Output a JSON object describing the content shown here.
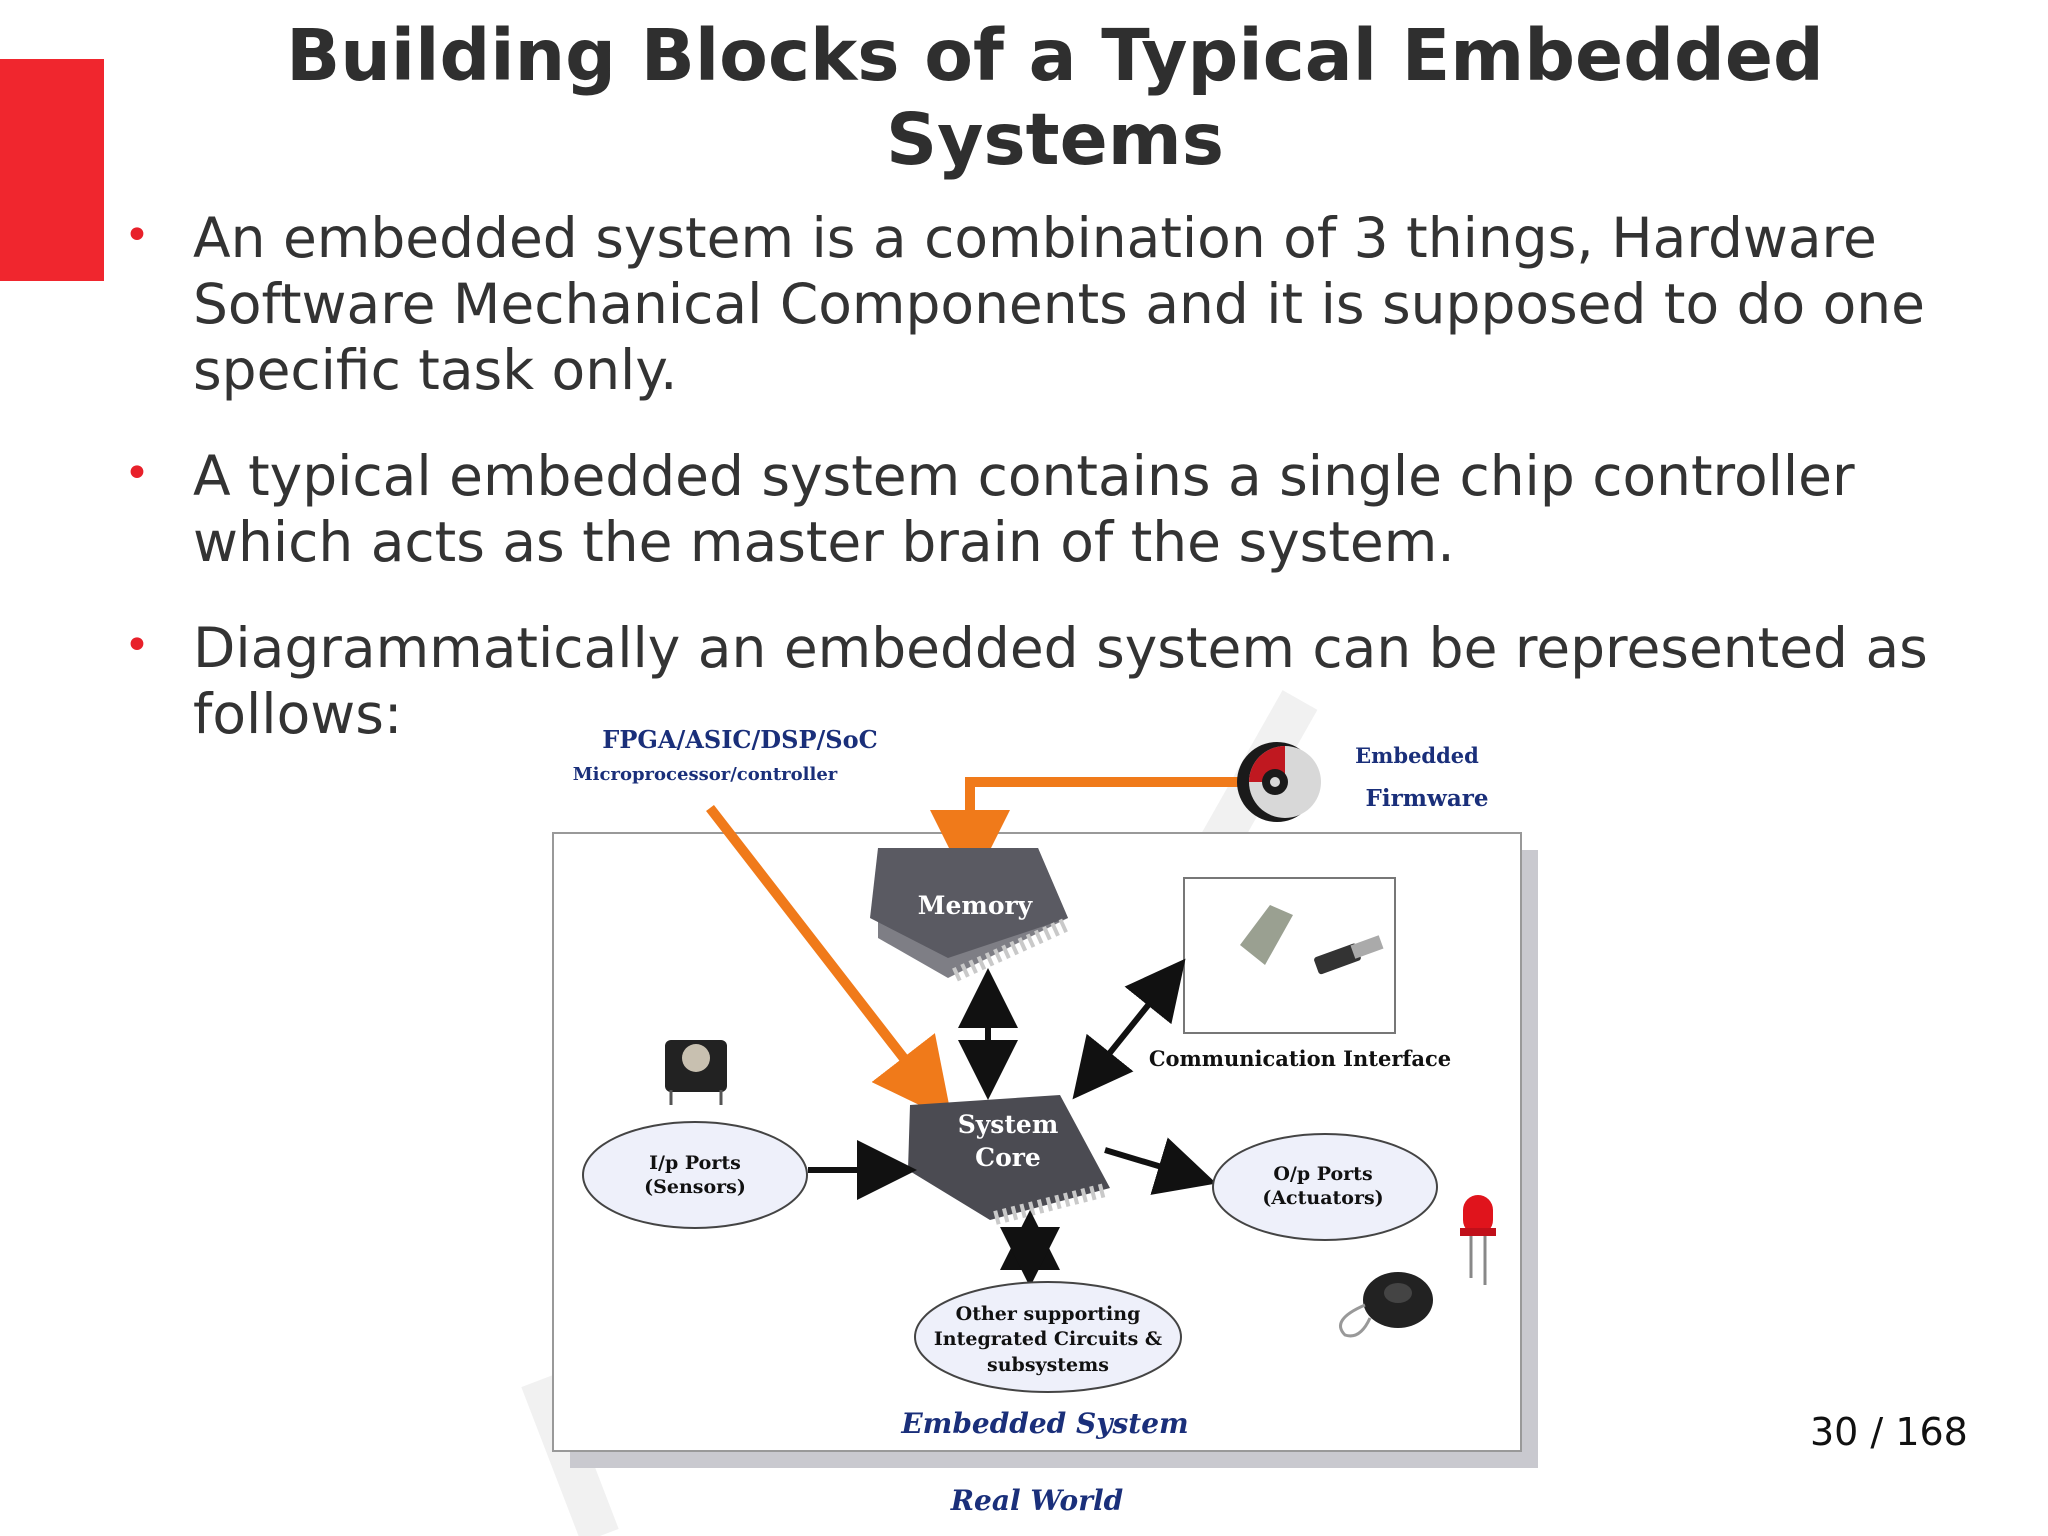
{
  "slide": {
    "title": "Building Blocks of a Typical Embedded Systems",
    "bullets": [
      "An embedded system is a combination of 3 things, Hardware Software Mechanical Components and it is supposed to do one specific task only.",
      "A typical embedded system contains a single chip controller which acts as the master brain of the system.",
      "Diagrammatically an embedded system can be represented as follows:"
    ],
    "page_number": "30 / 168",
    "accent_color": "#f0262e"
  },
  "diagram": {
    "top_label_1": "FPGA/ASIC/DSP/SoC",
    "top_label_2": "Microprocessor/controller",
    "firmware_label_1": "Embedded",
    "firmware_label_2": "Firmware",
    "memory": "Memory",
    "system_core_1": "System",
    "system_core_2": "Core",
    "comm_interface": "Communication Interface",
    "input_1": "I/p Ports",
    "input_2": "(Sensors)",
    "output_1": "O/p Ports",
    "output_2": "(Actuators)",
    "support_1": "Other supporting",
    "support_2": "Integrated Circuits &",
    "support_3": "subsystems",
    "embedded_system": "Embedded System",
    "real_world": "Real World",
    "arrow_color": "#f07a1a",
    "label_color": "#1a2f7a"
  }
}
